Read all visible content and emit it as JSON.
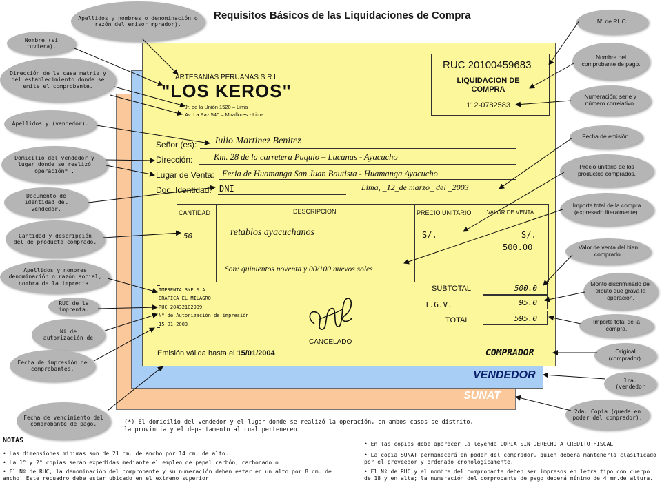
{
  "title": "Requisitos Básicos de las Liquidaciones de Compra",
  "layers": {
    "sunat": "SUNAT",
    "vendedor": "VENDEDOR",
    "comprador": "COMPRADOR"
  },
  "ruc_box": {
    "ruc": "RUC 20100459683",
    "doc_type": "LIQUIDACION DE COMPRA",
    "serie": "112-0782583"
  },
  "issuer": {
    "name": "ARTESANIAS PERUANAS S.R.L.",
    "brand": "\"LOS KEROS\"",
    "address1": "Jr. de la Unión 1520 – Lima",
    "address2": "Av. La Paz 540 – Miraflores - Lima"
  },
  "form": {
    "senor_label": "Señor (es):",
    "senor_value": "Julio Martinez Benitez",
    "direccion_label": "Dirección:",
    "direccion_value": "Km. 28 de la carretera Puquio – Lucanas - Ayacucho",
    "lugar_label": "Lugar de Venta:",
    "lugar_value": "Feria de Huamanga San Juan Bautista  - Huamanga Ayacucho",
    "doc_label": "Doc. Identidad:",
    "doc_value": "DNI",
    "fecha_value": "Lima, _12_de  marzo_ del _2003"
  },
  "table": {
    "headers": [
      "CANTIDAD",
      "DESCRIPCION",
      "PRECIO UNITARIO",
      "VALOR DE VENTA"
    ],
    "cantidad": "50",
    "descripcion": "retablos ayacuchanos",
    "precio_unitario": "S/.",
    "valor_moneda": "S/.",
    "valor_venta": "500.00",
    "son": "Son: quinientos noventa y 00/100 nuevos soles"
  },
  "totals": {
    "subtotal_label": "SUBTOTAL",
    "subtotal_value": "500.0",
    "igv_label": "I.G.V.",
    "igv_value": "95.0",
    "total_label": "TOTAL",
    "total_value": "595.0"
  },
  "printer": {
    "line1": "IMPRENTA 3YE S.A.",
    "line2": "GRAFICA EL MILAGRO",
    "line3": "RUC 20432102909",
    "line4": "Nº de Autorización de impresión",
    "line5": "15-01-2003"
  },
  "cancelado": "CANCELADO",
  "emision": {
    "prefix": "Emisión válida hasta el ",
    "date": "15/01/2004"
  },
  "callouts": {
    "apellidos_emisor": "Apellidos y nombres o denominación o razón del emisor mprador).",
    "nombre": "Nombre (si tuviera).",
    "direccion_casa": "Dirección de la casa matriz y del establecimiento donde se emite el comprobante.",
    "apellidos_vendedor": "Apellidos y (vendedor).",
    "domicilio": "Domicilio del vendedor y lugar donde se realizó operación* .",
    "documento": "Documento de identidad del vendedor.",
    "cantidad_desc": "Cantidad y descripción del de producto comprado.",
    "imprenta": "Apellidos y nombres denominación o razón social, nombra de la imprenta.",
    "ruc_imprenta": "RUC de la imprenta.",
    "autorizacion": "Nº de autorización de",
    "fecha_impresion": "Fecha de impresión de comprobantes.",
    "fecha_vencimiento": "Fecha de vencimiento del comprobante de pago.",
    "n_ruc": "Nº de RUC.",
    "nombre_comprobante": "Nombre del comprobante de pago.",
    "numeracion": "Numeración: serie y número correlativo.",
    "fecha_emision": "Fecha de emisión.",
    "precio_unitario": "Precio unitario de los productos comprados.",
    "importe_total": "Importe total de la compra (expresado literalmente).",
    "valor_venta": "Valor de venta del bien comprado.",
    "monto_tributo": "Monto discriminado del tributo que grava la operación.",
    "importe_compra": "Importe total de la compra.",
    "original": "Original (comprador).",
    "primera": "1ra. (vendedor",
    "segunda": "2da. Copia (queda en poder del comprador)."
  },
  "footnote": "(*) El domicilio del vendedor y el lugar donde se realizó la operación, en ambos casos se distrito, la provincia y el departamento al cual pertenecen.",
  "notes": {
    "heading": "NOTAS",
    "left": [
      "• Las dimensiones mínimas son de 21 cm. de ancho por 14 cm. de alto.",
      "• La 1° y 2° copias serán expedidas mediante el empleo de papel carbón, carbonado o",
      "• El Nº de RUC, la denominación del comprobante y su numeración deben estar en un alto por 8 cm. de ancho. Este recuadro debe estar ubicado en el extremo superior"
    ],
    "right": [
      "• En las copias debe aparecer la leyenda COPIA SIN DERECHO A CREDITO FISCAL",
      "• La copia SUNAT permanecerá en poder del comprador, quien deberá mantenerla clasificado por el proveedor y ordenado cronológicamente.",
      "• El Nº de RUC y el nombre del comprobante deben ser impresos en letra tipo con cuerpo de 18 y en alta; la numeración del comprobante de pago deberá mínimo de 4 mm.de altura."
    ]
  }
}
